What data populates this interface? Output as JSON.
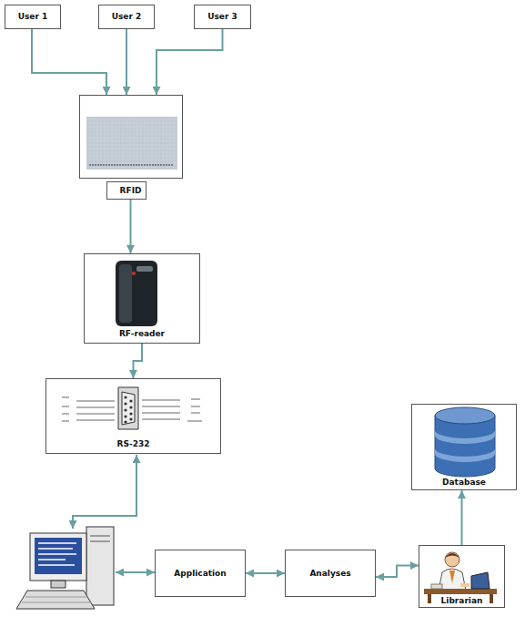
{
  "diagram": {
    "nodes": [
      {
        "text": [
          "User 1"
        ]
      },
      {
        "text": [
          "User 2"
        ]
      },
      {
        "text": [
          "User 3"
        ]
      },
      {
        "text": [
          "RFID"
        ]
      },
      {
        "text": [
          "RF-reader"
        ]
      },
      {
        "text": [
          "RS-232"
        ]
      },
      {
        "text": [
          "Database"
        ]
      },
      {
        "text": [
          "Application"
        ]
      },
      {
        "text": [
          "Analyses"
        ]
      },
      {
        "text": [
          "Librarian"
        ]
      }
    ],
    "edges": [
      {
        "from": 0,
        "to": 3,
        "arrow": "to"
      },
      {
        "from": 1,
        "to": 3,
        "arrow": "to"
      },
      {
        "from": 2,
        "to": 3,
        "arrow": "to"
      },
      {
        "from": 3,
        "to": 4,
        "arrow": "to"
      },
      {
        "from": 4,
        "to": 5,
        "arrow": "to"
      },
      {
        "from": 7,
        "to": 8,
        "arrow": "both"
      },
      {
        "from": 8,
        "to": 9,
        "arrow": "both"
      },
      {
        "from": 9,
        "to": 6,
        "arrow": "to"
      }
    ]
  }
}
